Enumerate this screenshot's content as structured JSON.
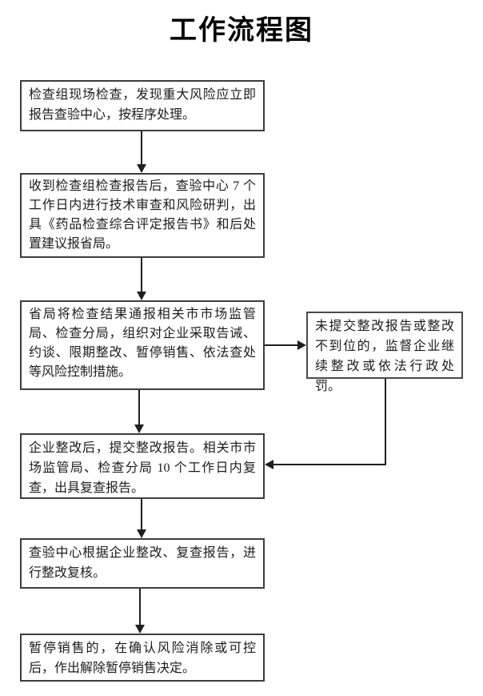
{
  "title": "工作流程图",
  "flowchart": {
    "nodes": [
      {
        "id": "step1",
        "text": "检查组现场检查，发现重大风险应立即报告查验中心，按程序处理。"
      },
      {
        "id": "step2",
        "text": "收到检查组检查报告后，查验中心 7 个工作日内进行技术审查和风险研判，出具《药品检查综合评定报告书》和后处置建议报省局。"
      },
      {
        "id": "step3",
        "text": "省局将检查结果通报相关市市场监管局、检查分局，组织对企业采取告诫、约谈、限期整改、暂停销售、依法查处等风险控制措施。"
      },
      {
        "id": "side-note",
        "text": "未提交整改报告或整改不到位的，监督企业继续整改或依法行政处罚。"
      },
      {
        "id": "step4",
        "text": "企业整改后，提交整改报告。相关市市场监管局、检查分局 10 个工作日内复查，出具复查报告。"
      },
      {
        "id": "step5",
        "text": "查验中心根据企业整改、复查报告，进行整改复核。"
      },
      {
        "id": "step6",
        "text": "暂停销售的，在确认风险消除或可控后，作出解除暂停销售决定。"
      }
    ],
    "edges": [
      {
        "from": "step1",
        "to": "step2",
        "style": "down-arrow"
      },
      {
        "from": "step2",
        "to": "step3",
        "style": "down-arrow"
      },
      {
        "from": "step3",
        "to": "side-note",
        "style": "right-arrow"
      },
      {
        "from": "step3",
        "to": "step4",
        "style": "down-arrow"
      },
      {
        "from": "side-note",
        "to": "step4",
        "style": "elbow-left-arrow"
      },
      {
        "from": "step4",
        "to": "step5",
        "style": "down-arrow"
      },
      {
        "from": "step5",
        "to": "step6",
        "style": "down-arrow"
      }
    ],
    "colors": {
      "box_border": "#3d3d3d",
      "line": "#1f1f1f",
      "text": "#1c1c1c",
      "background": "#ffffff"
    }
  }
}
